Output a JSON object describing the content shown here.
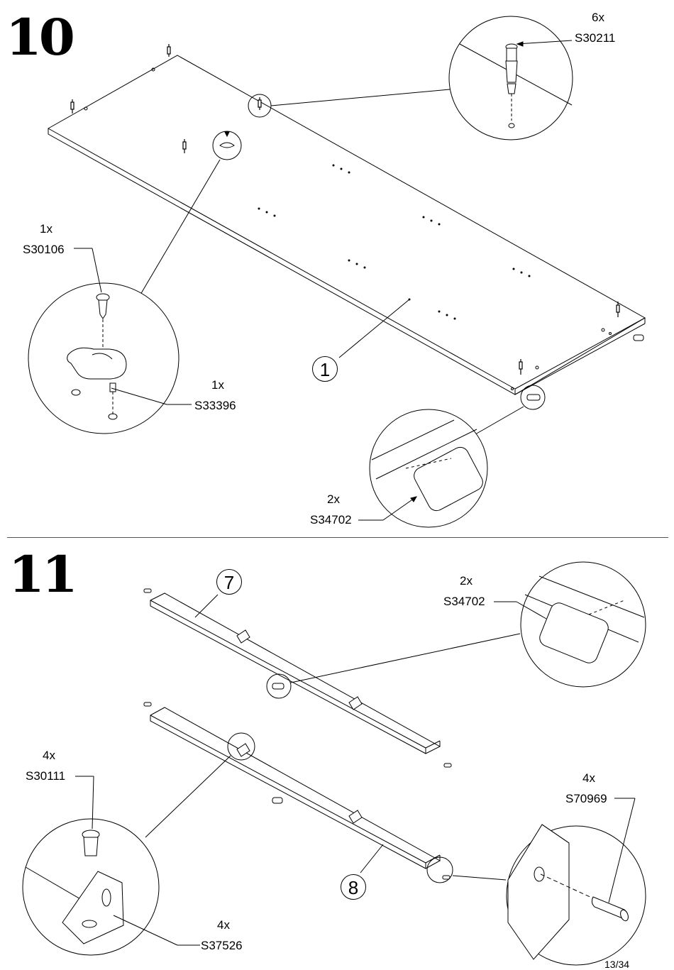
{
  "page_number": "13/34",
  "steps": [
    {
      "number": "10",
      "part_label": "1",
      "callouts": [
        {
          "qty": "6x",
          "code": "S30211"
        },
        {
          "qty": "1x",
          "code": "S30106"
        },
        {
          "qty": "1x",
          "code": "S33396"
        },
        {
          "qty": "2x",
          "code": "S34702"
        }
      ]
    },
    {
      "number": "11",
      "part_labels": [
        "7",
        "8"
      ],
      "callouts": [
        {
          "qty": "2x",
          "code": "S34702"
        },
        {
          "qty": "4x",
          "code": "S30111"
        },
        {
          "qty": "4x",
          "code": "S70969"
        },
        {
          "qty": "4x",
          "code": "S37526"
        }
      ]
    }
  ]
}
